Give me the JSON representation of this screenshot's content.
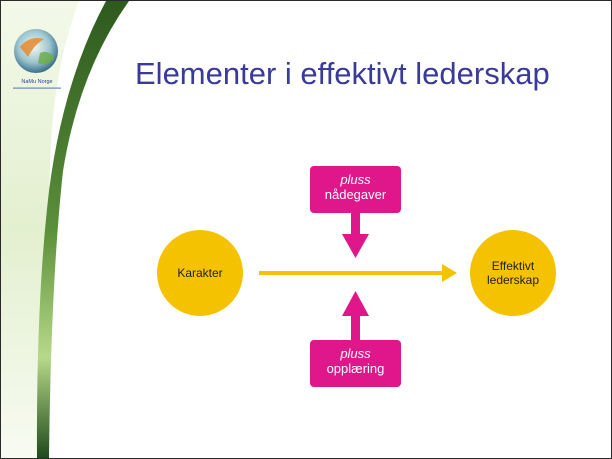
{
  "slide": {
    "title": "Elementer i effektivt lederskap",
    "logo": {
      "name": "NaMu Norge"
    }
  },
  "diagram": {
    "nodes": {
      "left": "Karakter",
      "right_line1": "Effektivt",
      "right_line2": "lederskap"
    },
    "top_box": {
      "modifier": "pluss",
      "label": "nådegaver"
    },
    "bottom_box": {
      "modifier": "pluss",
      "label": "opplæring"
    }
  },
  "colors": {
    "node_fill": "#f5c200",
    "arrow_main": "#f5c200",
    "box_fill": "#e0168b",
    "title": "#3a3a9a",
    "band_dark": "#1f4a1a",
    "band_light": "#8fbf5a"
  }
}
